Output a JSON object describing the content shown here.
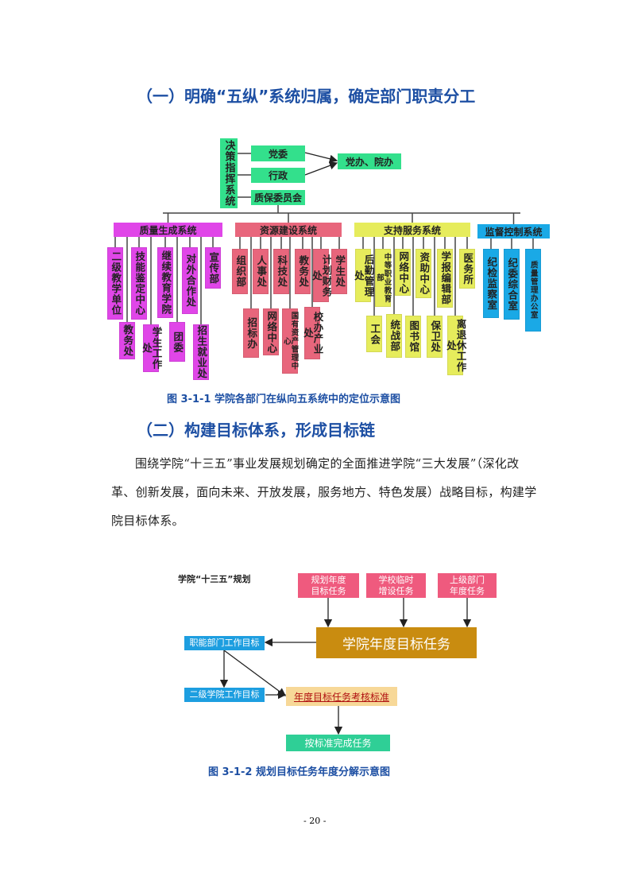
{
  "heading1": "（一）明确“五纵”系统归属，确定部门职责分工",
  "org_chart": {
    "command": "决策指挥系统",
    "party": "党委",
    "admin": "行政",
    "qa": "质保委员会",
    "office": "党办、院办",
    "systems": [
      {
        "name": "质量生成系统",
        "color": "#e046e8",
        "items": [
          "二级教学单位",
          "技能鉴定中心",
          "继续教育学院",
          "对外合作处",
          "宣传部",
          "教务处",
          "学生工作处",
          "团委",
          "招生就业处"
        ]
      },
      {
        "name": "资源建设系统",
        "color": "#e8667c",
        "items": [
          "组织部",
          "人事处",
          "科技处",
          "教务处",
          "计划财务处",
          "学生处",
          "招标办",
          "网络中心",
          "国有资产管理中心",
          "校办产业处"
        ]
      },
      {
        "name": "支持服务系统",
        "color": "#e6ec5c",
        "items": [
          "后勤管理处",
          "中等职业教育部",
          "网络中心",
          "资助中心",
          "学报编辑部",
          "医务所",
          "工会",
          "统战部",
          "图书馆",
          "保卫处",
          "离退休工作处"
        ]
      },
      {
        "name": "监督控制系统",
        "color": "#1aa9e6",
        "items": [
          "纪检监察室",
          "纪委综合室",
          "质量管理办公室"
        ]
      }
    ],
    "green": "#33e08c"
  },
  "caption1": "图 3-1-1   学院各部门在纵向五系统中的定位示意图",
  "heading2": "（二）构建目标体系，形成目标链",
  "paragraph": "围绕学院“十三五”事业发展规划确定的全面推进学院“三大发展”（深化改革、创新发展，面向未来、开放发展，服务地方、特色发展）战略目标，构建学院目标体系。",
  "flow": {
    "plan_label": "学院“十三五”规划",
    "src1": "规划年度目标任务",
    "src2": "学校临时增设任务",
    "src3": "上级部门年度任务",
    "main": "学院年度目标任务",
    "dept": "职能部门工作目标",
    "college": "二级学院工作目标",
    "standard": "年度目标任务考核标准",
    "complete": "按标准完成任务"
  },
  "caption2": "图 3-1-2   规划目标任务年度分解示意图",
  "page_number": "- 20 -"
}
